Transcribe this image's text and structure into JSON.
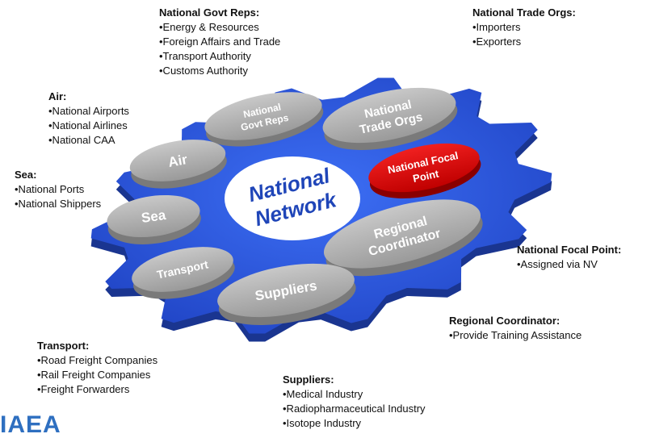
{
  "center": {
    "line1": "National",
    "line2": "Network"
  },
  "pills": {
    "govt": {
      "line1": "National",
      "line2": "Govt Reps"
    },
    "trade": {
      "line1": "National",
      "line2": "Trade Orgs"
    },
    "focal": {
      "line1": "National Focal",
      "line2": "Point"
    },
    "regional": {
      "line1": "Regional",
      "line2": "Coordinator"
    },
    "suppliers": {
      "line1": "Suppliers"
    },
    "transport": {
      "line1": "Transport"
    },
    "sea": {
      "line1": "Sea"
    },
    "air": {
      "line1": "Air"
    }
  },
  "labels": {
    "govt": {
      "heading": "National Govt Reps:",
      "items": [
        "•Energy & Resources",
        "•Foreign Affairs and Trade",
        "•Transport Authority",
        "•Customs Authority"
      ]
    },
    "trade": {
      "heading": "National Trade Orgs:",
      "items": [
        "•Importers",
        "•Exporters"
      ]
    },
    "air": {
      "heading": "Air:",
      "items": [
        "•National Airports",
        "•National Airlines",
        "•National CAA"
      ]
    },
    "sea": {
      "heading": "Sea:",
      "items": [
        "•National Ports",
        "•National Shippers"
      ]
    },
    "focal": {
      "heading": "National Focal Point:",
      "items": [
        "•Assigned via NV"
      ]
    },
    "regional": {
      "heading": "Regional Coordinator:",
      "items": [
        "•Provide Training Assistance"
      ]
    },
    "transport": {
      "heading": "Transport:",
      "items": [
        "•Road Freight Companies",
        "•Rail Freight Companies",
        "•Freight Forwarders"
      ]
    },
    "suppliers": {
      "heading": "Suppliers:",
      "items": [
        "•Medical Industry",
        "•Radiopharmaceutical Industry",
        "•Isotope Industry"
      ]
    }
  },
  "logo": "IAEA",
  "colors": {
    "gear": "#2f5fe6",
    "gear_dark": "#1d3a9e",
    "pill": "#a9a9a9",
    "pill_dark": "#7a7a7a",
    "focal": "#e01010",
    "focal_dark": "#8a0000",
    "center_fill": "#ffffff",
    "center_text": "#1f45b8"
  }
}
